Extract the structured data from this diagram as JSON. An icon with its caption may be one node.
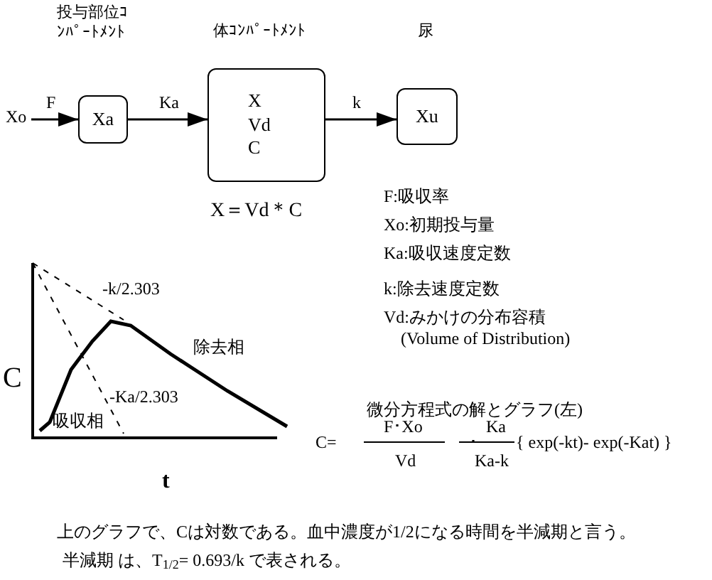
{
  "diagram": {
    "nodes": [
      {
        "text": [
          "Xo"
        ]
      },
      {
        "text": [
          "投与部位ｺﾝﾊﾟｰﾄﾒﾝﾄ",
          "Xa"
        ]
      },
      {
        "text": [
          "体ｺﾝﾊﾟｰﾄﾒﾝﾄ",
          "X Vd C"
        ],
        "beside": [
          "X＝Vd＊C"
        ]
      },
      {
        "text": [
          "尿",
          "Xu"
        ]
      }
    ],
    "edges": [
      {
        "from": 0,
        "to": 1,
        "arrow": "to",
        "label": "F"
      },
      {
        "from": 1,
        "to": 2,
        "arrow": "to",
        "label": "Ka"
      },
      {
        "from": 2,
        "to": 3,
        "arrow": "to",
        "label": "k"
      }
    ],
    "labels": [
      "F:吸収率",
      "Xo:初期投与量",
      "Ka:吸収速度定数",
      "k:除去速度定数",
      "Vd:みかけの分布容積",
      "(Volume of Distribution)",
      "-k/2.303",
      "除去相",
      "C",
      "-Ka/2.303",
      "吸収相",
      "t",
      "微分方程式の解とグラフ(左)",
      "C=",
      "F･Xo",
      "Vd",
      "･",
      "Ka",
      "Ka-k",
      "{ exp(-kt)- exp(-Kat) }",
      "上のグラフで、Cは対数である。血中濃度が1/2になる時間を半減期と言う。",
      "半減期 は、T$_{1/2}$= 0.693/k で表される。"
    ]
  }
}
